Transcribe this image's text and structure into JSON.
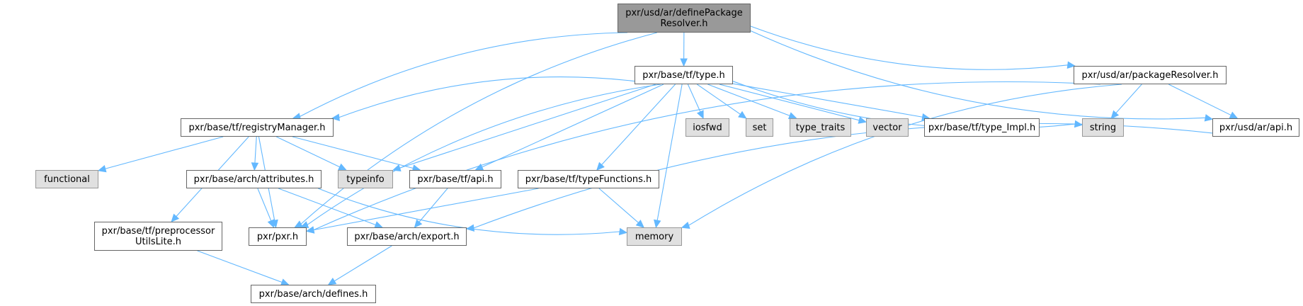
{
  "title": "pxr/usd/ar/definePackageResolver.h include dependency graph",
  "colors": {
    "edge": "#63b8ff",
    "root_fill": "#999999",
    "system_fill": "#e0e0e0",
    "node_fill": "#ffffff"
  },
  "nodes": [
    {
      "id": "definePackageResolver",
      "label": "pxr/usd/ar/definePackage\nResolver.h",
      "kind": "root"
    },
    {
      "id": "type_h",
      "label": "pxr/base/tf/type.h",
      "kind": "file"
    },
    {
      "id": "packageResolver_h",
      "label": "pxr/usd/ar/packageResolver.h",
      "kind": "file"
    },
    {
      "id": "registryManager_h",
      "label": "pxr/base/tf/registryManager.h",
      "kind": "file"
    },
    {
      "id": "iosfwd",
      "label": "iosfwd",
      "kind": "system"
    },
    {
      "id": "set",
      "label": "set",
      "kind": "system"
    },
    {
      "id": "type_traits",
      "label": "type_traits",
      "kind": "system"
    },
    {
      "id": "vector",
      "label": "vector",
      "kind": "system"
    },
    {
      "id": "type_Impl_h",
      "label": "pxr/base/tf/type_Impl.h",
      "kind": "file"
    },
    {
      "id": "string",
      "label": "string",
      "kind": "system"
    },
    {
      "id": "ar_api_h",
      "label": "pxr/usd/ar/api.h",
      "kind": "file"
    },
    {
      "id": "functional",
      "label": "functional",
      "kind": "system"
    },
    {
      "id": "attributes_h",
      "label": "pxr/base/arch/attributes.h",
      "kind": "file"
    },
    {
      "id": "typeinfo",
      "label": "typeinfo",
      "kind": "system"
    },
    {
      "id": "tf_api_h",
      "label": "pxr/base/tf/api.h",
      "kind": "file"
    },
    {
      "id": "typeFunctions_h",
      "label": "pxr/base/tf/typeFunctions.h",
      "kind": "file"
    },
    {
      "id": "preprocessorUtilsLite_h",
      "label": "pxr/base/tf/preprocessor\nUtilsLite.h",
      "kind": "file"
    },
    {
      "id": "pxr_h",
      "label": "pxr/pxr.h",
      "kind": "file"
    },
    {
      "id": "export_h",
      "label": "pxr/base/arch/export.h",
      "kind": "file"
    },
    {
      "id": "memory",
      "label": "memory",
      "kind": "system"
    },
    {
      "id": "defines_h",
      "label": "pxr/base/arch/defines.h",
      "kind": "file"
    }
  ],
  "edges": [
    [
      "definePackageResolver",
      "type_h"
    ],
    [
      "definePackageResolver",
      "registryManager_h"
    ],
    [
      "definePackageResolver",
      "pxr_h"
    ],
    [
      "definePackageResolver",
      "packageResolver_h"
    ],
    [
      "definePackageResolver",
      "ar_api_h"
    ],
    [
      "type_h",
      "registryManager_h"
    ],
    [
      "type_h",
      "iosfwd"
    ],
    [
      "type_h",
      "set"
    ],
    [
      "type_h",
      "type_traits"
    ],
    [
      "type_h",
      "vector"
    ],
    [
      "type_h",
      "type_Impl_h"
    ],
    [
      "type_h",
      "string"
    ],
    [
      "type_h",
      "typeinfo"
    ],
    [
      "type_h",
      "tf_api_h"
    ],
    [
      "type_h",
      "typeFunctions_h"
    ],
    [
      "type_h",
      "pxr_h"
    ],
    [
      "type_h",
      "memory"
    ],
    [
      "packageResolver_h",
      "string"
    ],
    [
      "packageResolver_h",
      "ar_api_h"
    ],
    [
      "packageResolver_h",
      "pxr_h"
    ],
    [
      "packageResolver_h",
      "memory"
    ],
    [
      "ar_api_h",
      "export_h"
    ],
    [
      "registryManager_h",
      "functional"
    ],
    [
      "registryManager_h",
      "attributes_h"
    ],
    [
      "registryManager_h",
      "typeinfo"
    ],
    [
      "registryManager_h",
      "tf_api_h"
    ],
    [
      "registryManager_h",
      "preprocessorUtilsLite_h"
    ],
    [
      "registryManager_h",
      "pxr_h"
    ],
    [
      "attributes_h",
      "pxr_h"
    ],
    [
      "attributes_h",
      "export_h"
    ],
    [
      "attributes_h",
      "memory"
    ],
    [
      "tf_api_h",
      "export_h"
    ],
    [
      "typeFunctions_h",
      "pxr_h"
    ],
    [
      "typeFunctions_h",
      "memory"
    ],
    [
      "preprocessorUtilsLite_h",
      "defines_h"
    ],
    [
      "export_h",
      "defines_h"
    ]
  ]
}
